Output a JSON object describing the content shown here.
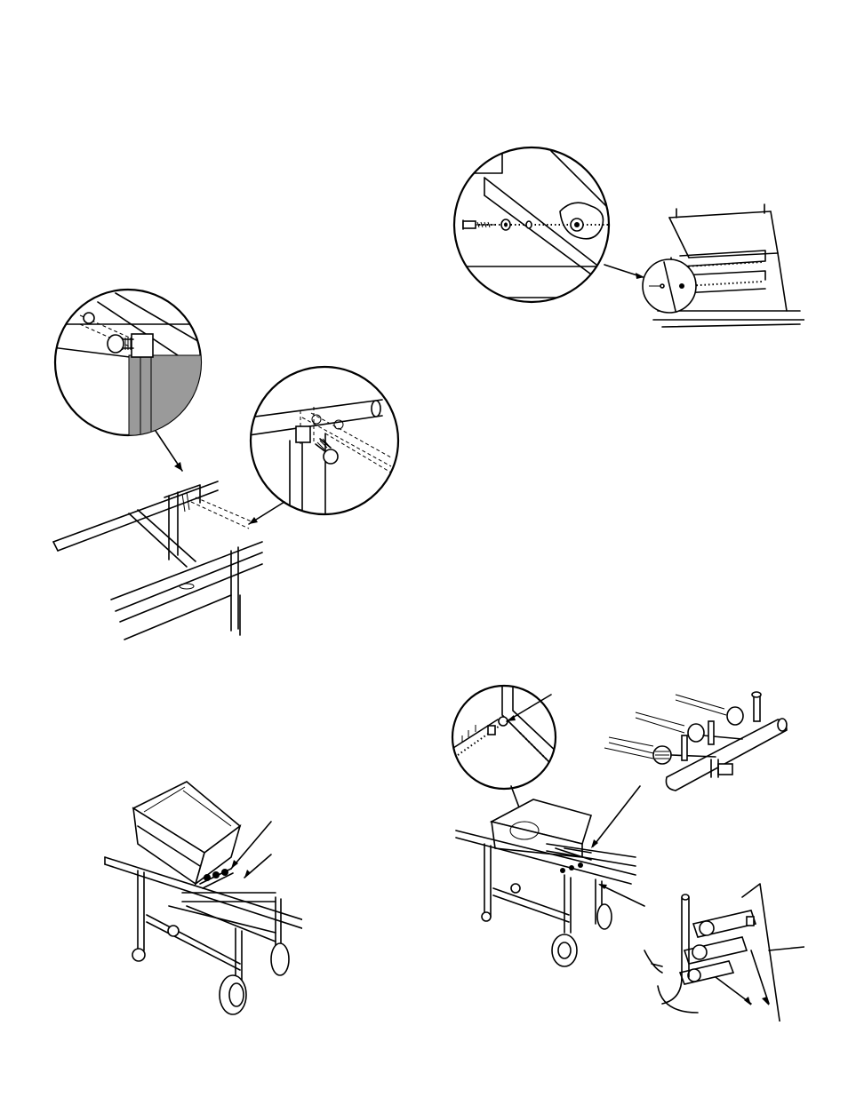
{
  "page": {
    "panels": [
      {
        "id": "frame-crossbar-bolts"
      },
      {
        "id": "firebox-bottom-bolt"
      },
      {
        "id": "cart-firebox-placement"
      },
      {
        "id": "burner-installation"
      }
    ]
  }
}
